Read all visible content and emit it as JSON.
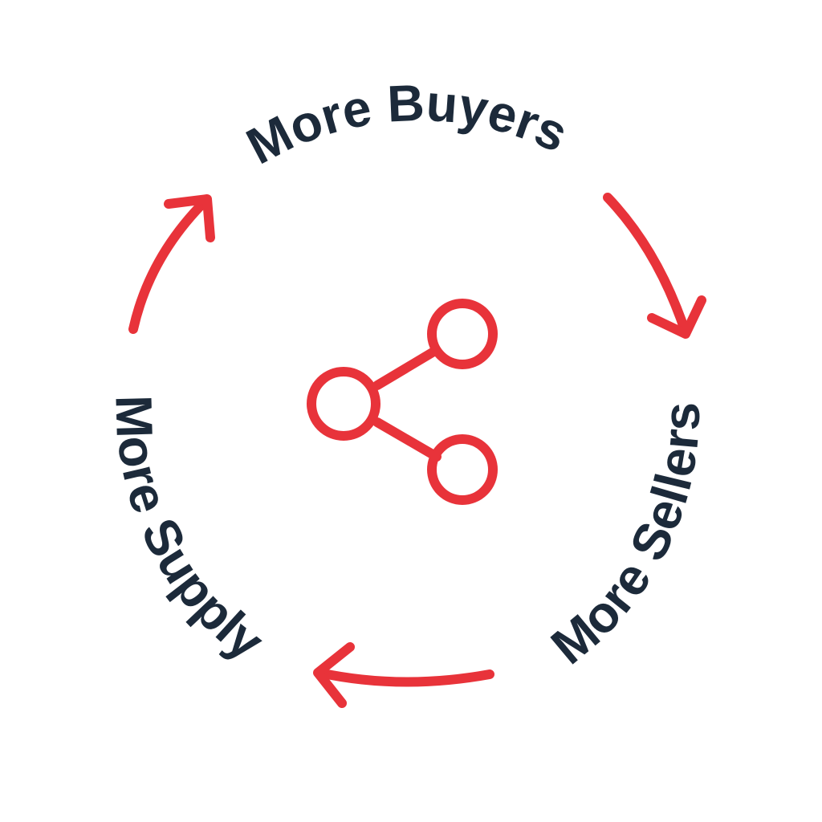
{
  "cycle": {
    "labels": {
      "top": "More Buyers",
      "right": "More Sellers",
      "left": "More Supply"
    }
  },
  "center_icon": {
    "name": "share-network-icon"
  },
  "colors": {
    "text": "#1c2a3a",
    "accent": "#e8333a",
    "background": "#ffffff"
  }
}
